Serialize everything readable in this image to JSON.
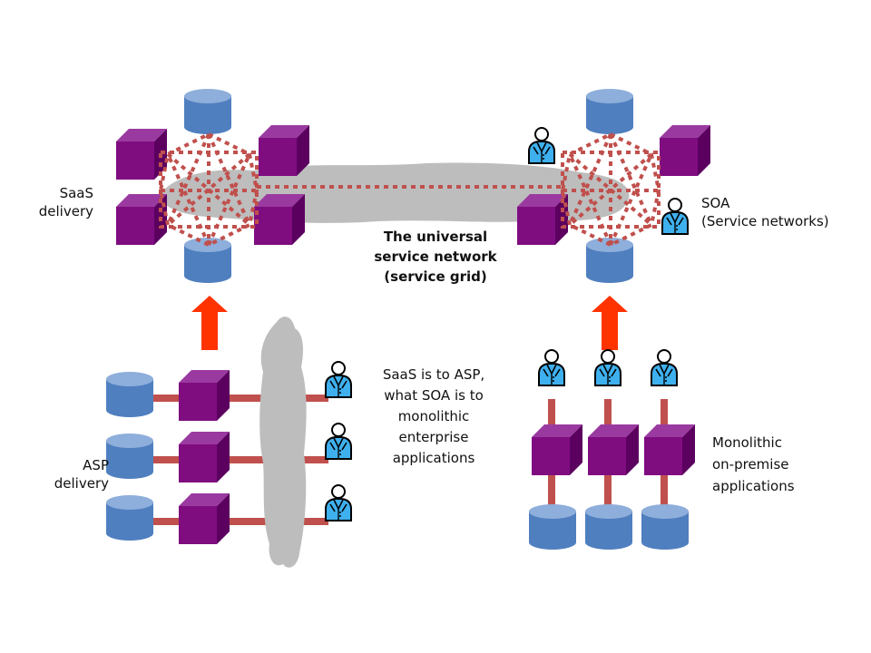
{
  "colors": {
    "cube_front": "#7f0d80",
    "cube_top": "#9a3aa0",
    "cube_side": "#5c0060",
    "cylinder_body": "#4f7fbf",
    "cylinder_top": "#8eaedb",
    "connector": "#c0504d",
    "mesh": "#c0504d",
    "cloud": "#bdbdbd",
    "arrow": "#ff3300",
    "person_coat": "#3fb0ee",
    "person_outline": "#000000"
  },
  "labels": {
    "saas_delivery": "SaaS\ndelivery",
    "soa": "SOA\n(Service networks)",
    "universal_network": "The universal\nservice network\n(service grid)",
    "asp_delivery": "ASP\ndelivery",
    "analogy": "SaaS is to ASP,\nwhat SOA is to\nmonolithic\nenterprise\napplications",
    "monolithic": "Monolithic\non-premise\napplications"
  },
  "groups": {
    "saas_cluster": {
      "cubes": 4,
      "cylinders": 2,
      "people": 0
    },
    "soa_cluster": {
      "cubes": 2,
      "cylinders": 2,
      "people": 2
    },
    "asp_rows": {
      "rows": 3,
      "each": [
        "cylinder",
        "cube",
        "cloud",
        "person"
      ]
    },
    "monolithic_columns": {
      "columns": 3,
      "each": [
        "person",
        "cube",
        "cylinder"
      ]
    }
  },
  "icons": [
    "cube-icon",
    "cylinder-database-icon",
    "person-icon",
    "cloud-icon",
    "up-arrow-icon",
    "mesh-network-icon"
  ]
}
